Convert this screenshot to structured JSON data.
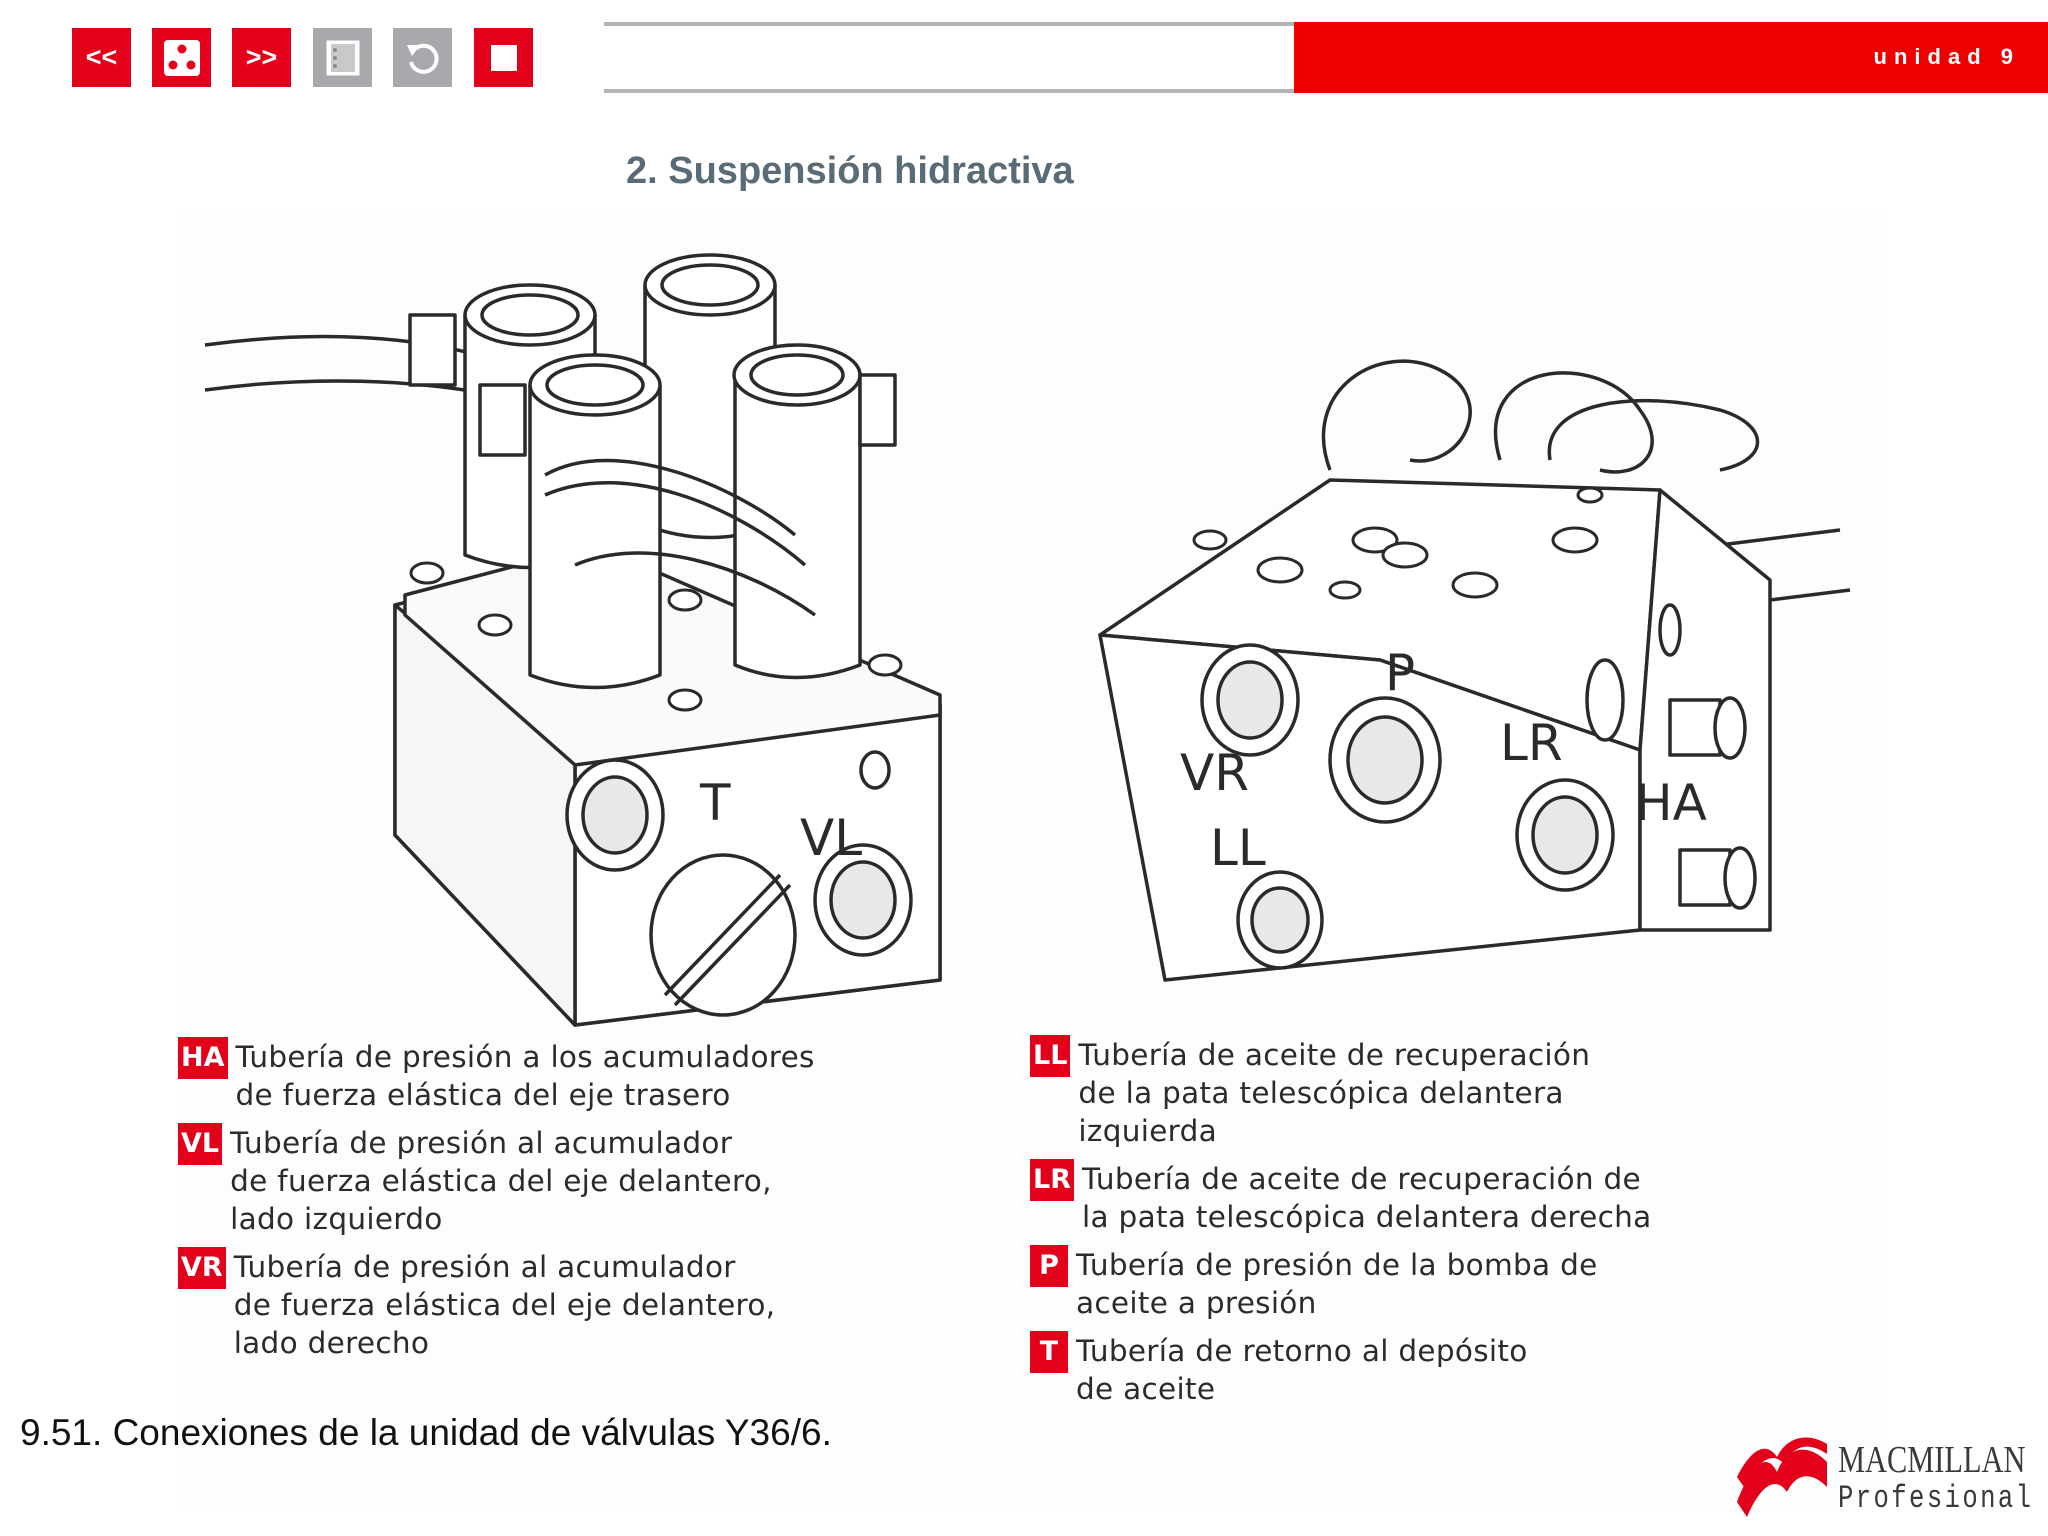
{
  "toolbar": {
    "buttons": [
      {
        "label": "<<",
        "icon": "previous-icon",
        "color": "#e3001b"
      },
      {
        "label": "",
        "icon": "index-dots-icon",
        "color": "#e3001b"
      },
      {
        "label": ">>",
        "icon": "next-icon",
        "color": "#e3001b"
      },
      {
        "label": "",
        "icon": "document-icon",
        "color": "#a7a9ac"
      },
      {
        "label": "",
        "icon": "undo-icon",
        "color": "#a7a9ac"
      },
      {
        "label": "",
        "icon": "stop-icon",
        "color": "#e3001b"
      }
    ]
  },
  "header": {
    "unit_label": "unidad 9",
    "accent_color": "#ee0000"
  },
  "section_title": "2. Suspensión hidractiva",
  "figure": {
    "left_labels": [
      "T",
      "VL"
    ],
    "right_labels": [
      "P",
      "VR",
      "LR",
      "HA",
      "LL"
    ],
    "legend_left": [
      {
        "code": "HA",
        "text": "Tubería de presión a los acumuladores\nde fuerza elástica del eje trasero"
      },
      {
        "code": "VL",
        "text": "Tubería de presión al acumulador\nde fuerza elástica del eje delantero,\nlado izquierdo"
      },
      {
        "code": "VR",
        "text": "Tubería de presión al acumulador\nde fuerza elástica del eje delantero,\nlado derecho"
      }
    ],
    "legend_right": [
      {
        "code": "LL",
        "text": "Tubería de aceite de recuperación\nde la pata telescópica delantera\nizquierda"
      },
      {
        "code": "LR",
        "text": "Tubería de aceite de recuperación de\nla pata telescópica delantera derecha"
      },
      {
        "code": "P",
        "text": "Tubería de presión de la bomba de\naceite a presión"
      },
      {
        "code": "T",
        "text": "Tubería de retorno al depósito\nde aceite"
      }
    ]
  },
  "caption": "9.51. Conexiones de la unidad de válvulas Y36/6.",
  "logo": {
    "line1": "MACMILLAN",
    "line2": "Profesional"
  }
}
